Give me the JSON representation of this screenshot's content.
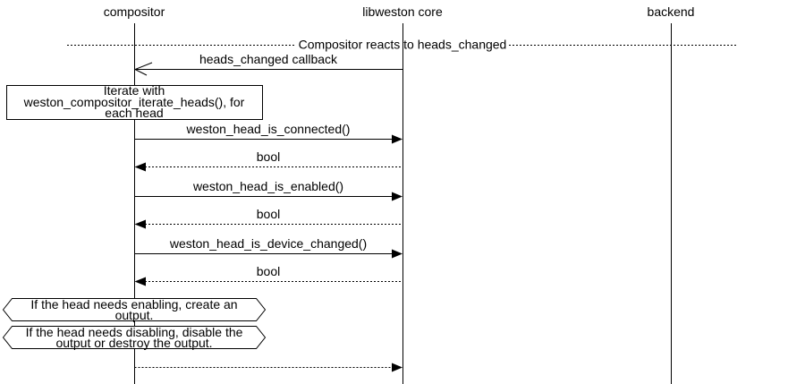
{
  "colors": {
    "foreground": "#000000",
    "background": "#ffffff"
  },
  "participants": [
    {
      "label": "compositor"
    },
    {
      "label": "libweston core"
    },
    {
      "label": "backend"
    }
  ],
  "divider": {
    "label": "Compositor reacts to heads_changed"
  },
  "messages": [
    {
      "label": "heads_changed callback",
      "from": "libweston core",
      "to": "compositor",
      "line": "solid",
      "arrowhead": "open"
    },
    {
      "label": "weston_head_is_connected()",
      "from": "compositor",
      "to": "libweston core",
      "line": "solid",
      "arrowhead": "filled"
    },
    {
      "label": "bool",
      "from": "libweston core",
      "to": "compositor",
      "line": "dotted",
      "arrowhead": "filled"
    },
    {
      "label": "weston_head_is_enabled()",
      "from": "compositor",
      "to": "libweston core",
      "line": "solid",
      "arrowhead": "filled"
    },
    {
      "label": "bool",
      "from": "libweston core",
      "to": "compositor",
      "line": "dotted",
      "arrowhead": "filled"
    },
    {
      "label": "weston_head_is_device_changed()",
      "from": "compositor",
      "to": "libweston core",
      "line": "solid",
      "arrowhead": "filled"
    },
    {
      "label": "bool",
      "from": "libweston core",
      "to": "compositor",
      "line": "dotted",
      "arrowhead": "filled"
    },
    {
      "label": "",
      "from": "compositor",
      "to": "libweston core",
      "line": "dotted",
      "arrowhead": "filled"
    }
  ],
  "notes": [
    {
      "shape": "rectangle",
      "label": "Iterate with weston_compositor_iterate_heads(), for each head"
    },
    {
      "shape": "hexagon",
      "label": "If the head needs enabling, create an output."
    },
    {
      "shape": "hexagon",
      "label": "If the head needs disabling, disable the output or destroy the output."
    }
  ]
}
